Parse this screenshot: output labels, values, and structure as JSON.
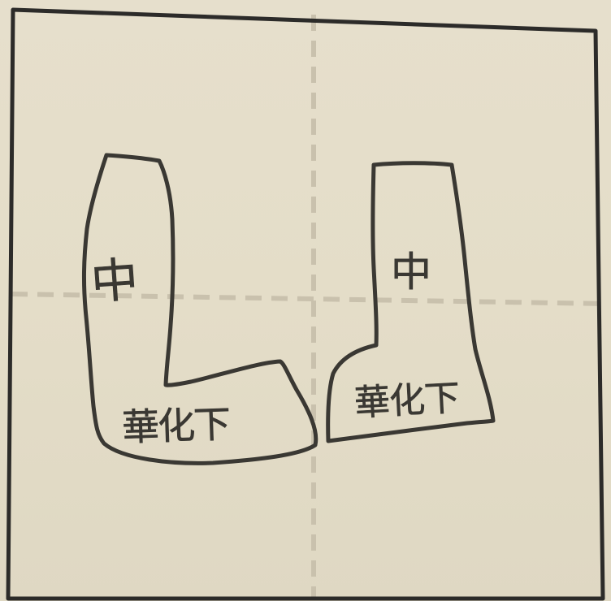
{
  "left_shape": {
    "top_label": "中",
    "bottom_label": "華化下"
  },
  "right_shape": {
    "top_label": "中",
    "bottom_label": "華化下"
  },
  "colors": {
    "paper": "#e4ddc9",
    "ink": "#3a3833",
    "frame": "#2c2b29",
    "fold_line": "#c9c1ad"
  }
}
